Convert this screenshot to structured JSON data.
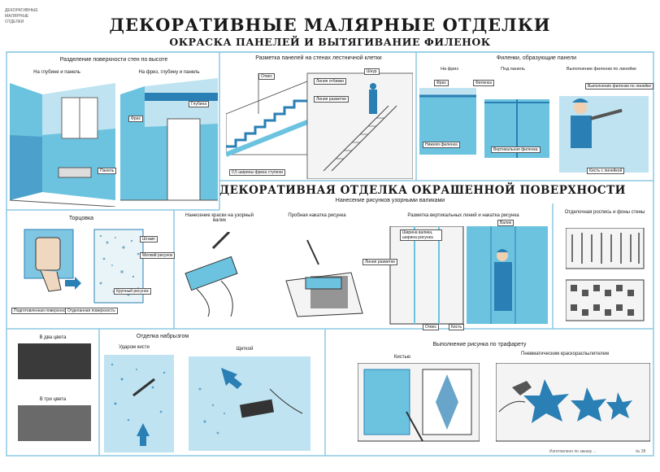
{
  "header": {
    "code_top": "ДЕКОРАТИВНЫЕ\nМАЛЯРНЫЕ\nОТДЕЛКИ",
    "title": "ДЕКОРАТИВНЫЕ МАЛЯРНЫЕ ОТДЕЛКИ",
    "subtitle": "ОКРАСКА ПАНЕЛЕЙ И ВЫТЯГИВАНИЕ ФИЛЕНОК"
  },
  "section1": {
    "p1_title": "Разделение поверхности стен по высоте",
    "p1_left": "На глубине и панель",
    "p1_right": "На фриз, глубину и панель",
    "p1_lbl_friz": "Фриз",
    "p1_lbl_glub": "Глубина",
    "p1_lbl_panel": "Панель",
    "p2_title": "Разметка панелей на стенах лестничной клетки",
    "p2_lbl1": "Отвес",
    "p2_lbl2": "Линия отбивки",
    "p2_lbl3": "Шнур",
    "p2_lbl4": "Линия разметки",
    "p2_lbl5": "0,5 ширины фриза ступени",
    "p3_title": "Филенки, образующие панели",
    "p3_lbl1": "Фриз",
    "p3_lbl2": "Филенка",
    "p3_lbl3": "Нижняя филенка",
    "p3_lbl4": "Вертикальная филенка",
    "p3_lbl5": "Выполнение филенки по линейке",
    "p3_lbl6": "Кисть с линейкой",
    "p3_col1": "На фриз",
    "p3_col2": "Под панель",
    "p3_col3": "Выполнение филенки по линейке"
  },
  "section2": {
    "title": "ДЕКОРАТИВНАЯ ОТДЕЛКА ОКРАШЕННОЙ ПОВЕРХНОСТИ",
    "subtitle": "Нанесение рисунков узорными валиками",
    "torcovka": "Торцовка",
    "torc_lbl1": "Штамп",
    "torc_lbl2": "Подготовленная поверхность",
    "torc_lbl3": "Отделанная поверхность",
    "torc_lbl4": "Мелкий рисунок",
    "torc_lbl5": "Крупный рисунок",
    "c1": "Нанесение краски на узорный валик",
    "c2": "Пробная накатка рисунка",
    "c3": "Разметка вертикальных линий и накатка рисунка",
    "c3_lbl1": "Ширина валика, ширина рисунка",
    "c3_lbl2": "Линия разметки",
    "c3_lbl3": "Отвес",
    "c3_lbl4": "Валик",
    "c3_lbl5": "Кисть",
    "c4": "Отделочная роспись и фоны стены"
  },
  "section3": {
    "two_colors": "В два цвета",
    "three_colors": "В три цвета",
    "spray_title": "Отделка набрызгом",
    "brush_hit": "Ударом кисти",
    "brush_comb": "Щеткой",
    "stencil_title": "Выполнение рисунка по трафарету",
    "stencil_left": "Кистью",
    "stencil_right": "Пневматическим краскораспылителем"
  },
  "footer": {
    "imprint": "Изготовлено по заказу ...",
    "sheet": "№ 28"
  },
  "colors": {
    "blue": "#6cc3e0",
    "light_blue": "#bfe3f0",
    "deep_blue": "#2a7fb5",
    "frame": "#8cc9e3"
  }
}
